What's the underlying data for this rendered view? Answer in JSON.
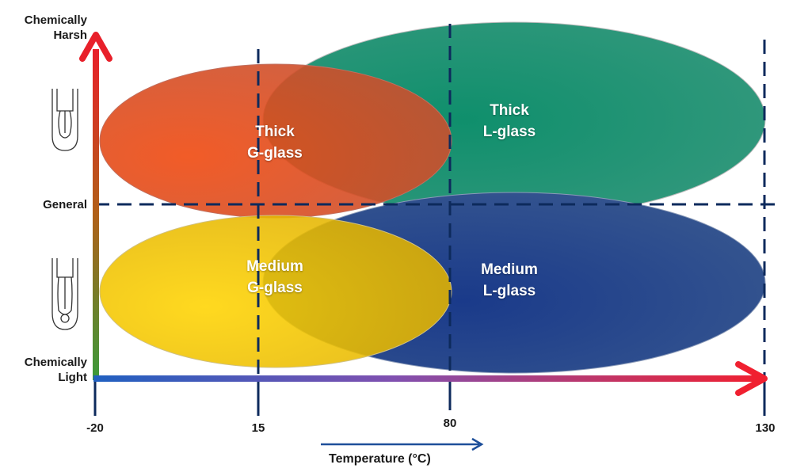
{
  "diagram": {
    "y_axis": {
      "top_label_line1": "Chemically",
      "top_label_line2": "Harsh",
      "middle_label": "General",
      "bottom_label_line1": "Chemically",
      "bottom_label_line2": "Light"
    },
    "x_axis": {
      "ticks": [
        "-20",
        "15",
        "80",
        "130"
      ],
      "label": "Temperature (°C)"
    },
    "regions": [
      {
        "id": "thick-l-glass",
        "line1": "Thick",
        "line2": "L-glass",
        "color": "#1a8f74"
      },
      {
        "id": "medium-l-glass",
        "line1": "Medium",
        "line2": "L-glass",
        "color": "#1c3e8a"
      },
      {
        "id": "thick-g-glass",
        "line1": "Thick",
        "line2": "G-glass",
        "color": "#e2521f"
      },
      {
        "id": "medium-g-glass",
        "line1": "Medium",
        "line2": "G-glass",
        "color": "#f2c200"
      }
    ],
    "colors": {
      "dashed_line": "#0d2a5c",
      "y_arrow_top": "#e8202a",
      "y_arrow_bottom": "#3a9a3a",
      "x_arrow_start": "#2060c0",
      "x_arrow_end": "#f02030"
    },
    "icons": [
      "sensor-tip-thick-icon",
      "sensor-tip-medium-icon"
    ]
  }
}
